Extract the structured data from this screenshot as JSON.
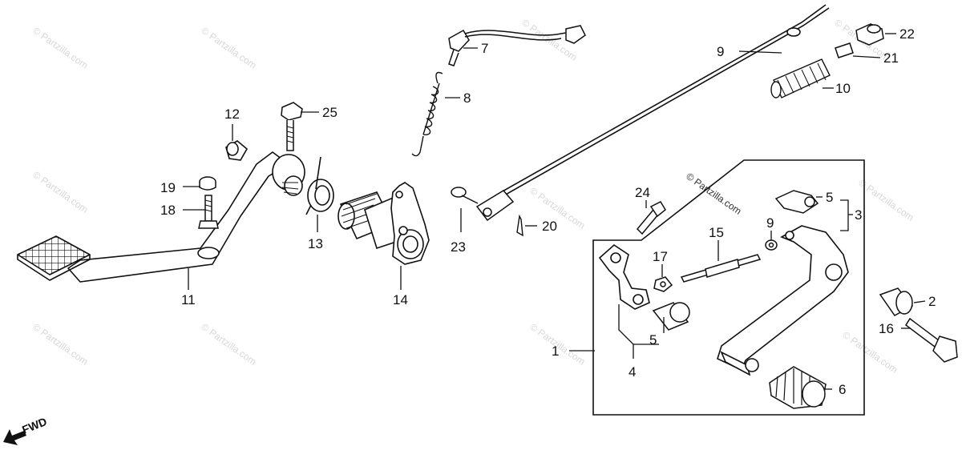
{
  "diagram": {
    "callouts": {
      "c1": "1",
      "c2": "2",
      "c3": "3",
      "c4": "4",
      "c5a": "5",
      "c5b": "5",
      "c6": "6",
      "c7": "7",
      "c8": "8",
      "c9a": "9",
      "c9b": "9",
      "c10": "10",
      "c11": "11",
      "c12": "12",
      "c13": "13",
      "c14": "14",
      "c15": "15",
      "c16": "16",
      "c17": "17",
      "c18": "18",
      "c19": "19",
      "c20": "20",
      "c21": "21",
      "c22": "22",
      "c23": "23",
      "c24": "24",
      "c25": "25"
    },
    "direction_label": "FWD",
    "watermark": "© Partzilla.com",
    "colors": {
      "ink": "#111111",
      "watermark": "#d8d8d8",
      "background": "#ffffff"
    }
  }
}
